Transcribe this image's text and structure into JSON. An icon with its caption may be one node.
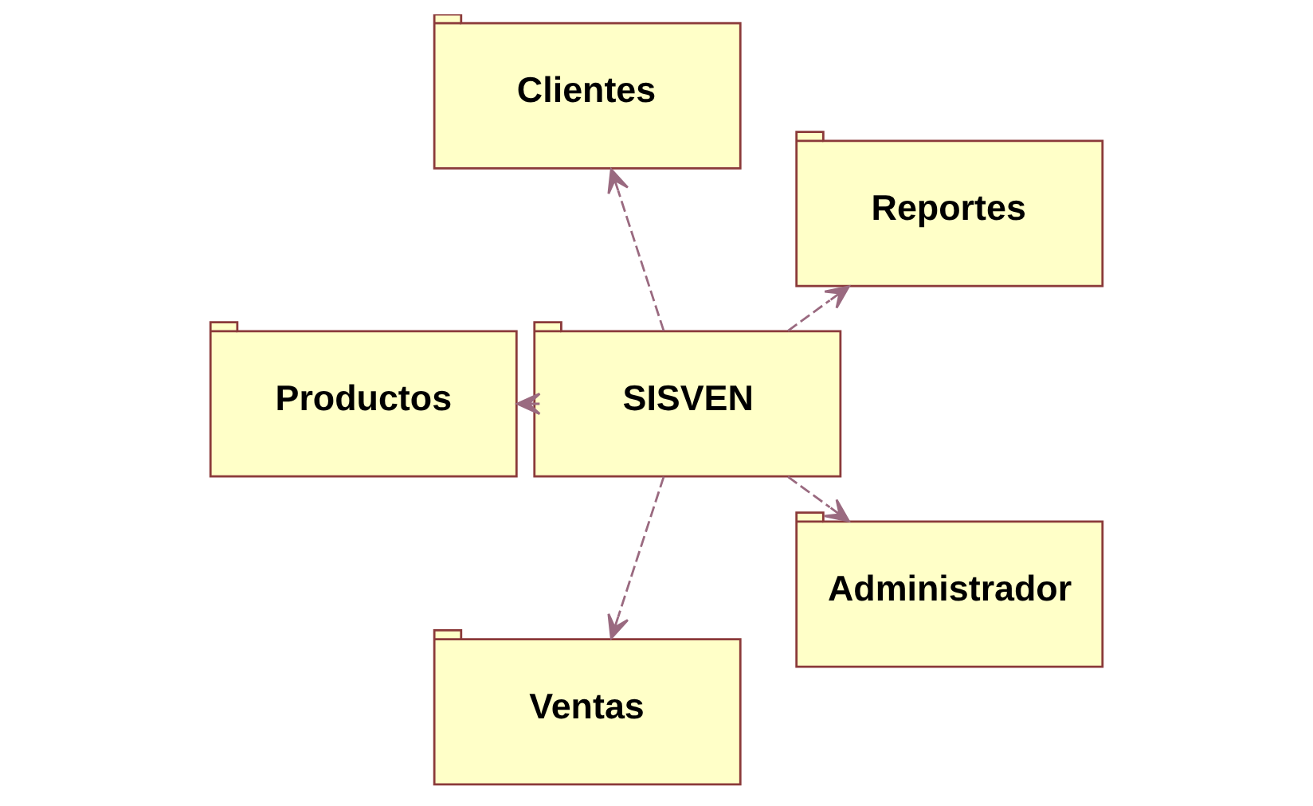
{
  "diagram": {
    "nodes": [
      {
        "text": [
          "Reportes"
        ]
      },
      {
        "text": [
          "Clientes"
        ]
      },
      {
        "text": [
          "Productos"
        ]
      },
      {
        "text": [
          "SISVEN"
        ]
      },
      {
        "text": [
          "Ventas"
        ]
      },
      {
        "text": [
          "Administrador"
        ]
      }
    ],
    "edges": [
      {
        "from": 3,
        "to": 0,
        "arrow": "to",
        "style": "dashed"
      },
      {
        "from": 3,
        "to": 1,
        "arrow": "to",
        "style": "dashed"
      },
      {
        "from": 3,
        "to": 2,
        "arrow": "to",
        "style": "dashed"
      },
      {
        "from": 3,
        "to": 4,
        "arrow": "to",
        "style": "dashed"
      },
      {
        "from": 3,
        "to": 5,
        "arrow": "to",
        "style": "dashed"
      }
    ]
  }
}
